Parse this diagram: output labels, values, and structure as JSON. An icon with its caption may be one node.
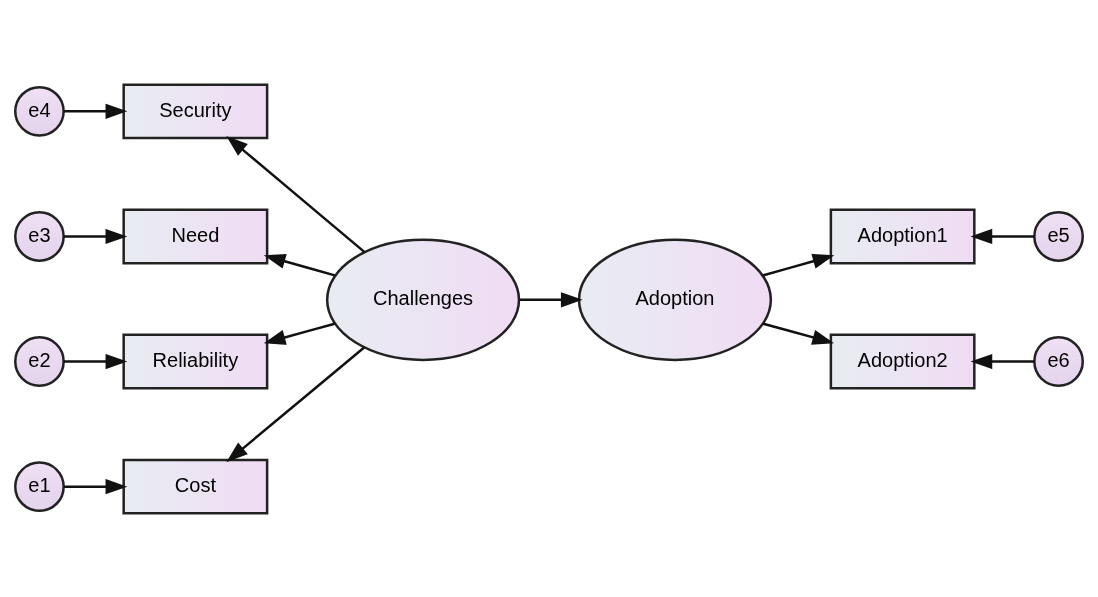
{
  "diagram": {
    "nodes": [
      {
        "text": [
          "e4"
        ]
      },
      {
        "text": [
          "Security"
        ]
      },
      {
        "text": [
          "e3"
        ]
      },
      {
        "text": [
          "Need"
        ]
      },
      {
        "text": [
          "e2"
        ]
      },
      {
        "text": [
          "Reliability"
        ]
      },
      {
        "text": [
          "e1"
        ]
      },
      {
        "text": [
          "Cost"
        ]
      },
      {
        "text": [
          "Challenges"
        ]
      },
      {
        "text": [
          "Adoption"
        ]
      },
      {
        "text": [
          "Adoption1"
        ]
      },
      {
        "text": [
          "e5"
        ]
      },
      {
        "text": [
          "Adoption2"
        ]
      },
      {
        "text": [
          "e6"
        ]
      }
    ],
    "edges": [
      {
        "from": 0,
        "to": 1,
        "arrow": "to"
      },
      {
        "from": 2,
        "to": 3,
        "arrow": "to"
      },
      {
        "from": 4,
        "to": 5,
        "arrow": "to"
      },
      {
        "from": 6,
        "to": 7,
        "arrow": "to"
      },
      {
        "from": 8,
        "to": 1,
        "arrow": "to"
      },
      {
        "from": 8,
        "to": 3,
        "arrow": "to"
      },
      {
        "from": 8,
        "to": 5,
        "arrow": "to"
      },
      {
        "from": 8,
        "to": 7,
        "arrow": "to"
      },
      {
        "from": 8,
        "to": 9,
        "arrow": "to"
      },
      {
        "from": 9,
        "to": 10,
        "arrow": "to"
      },
      {
        "from": 9,
        "to": 12,
        "arrow": "to"
      },
      {
        "from": 11,
        "to": 10,
        "arrow": "to"
      },
      {
        "from": 13,
        "to": 12,
        "arrow": "to"
      }
    ]
  }
}
